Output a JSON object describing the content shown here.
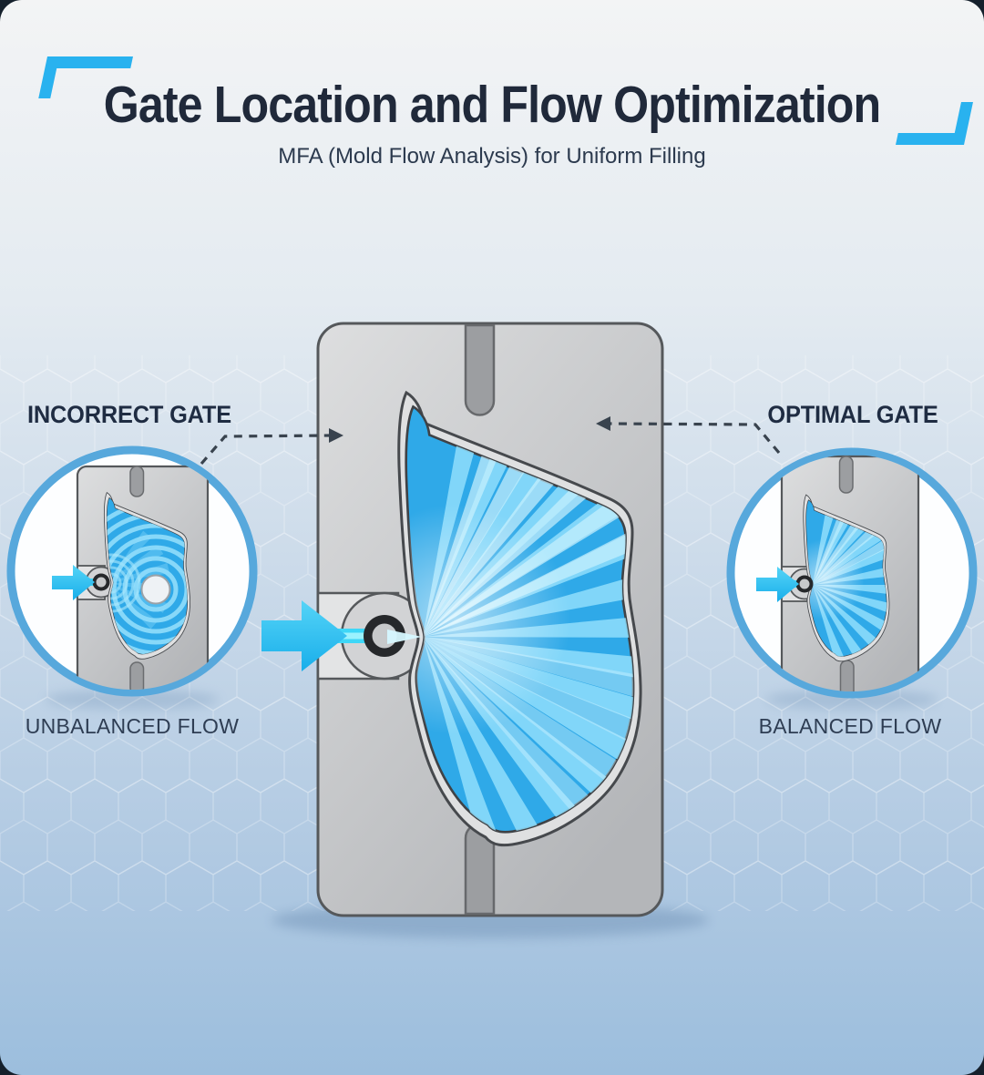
{
  "header": {
    "title": "Gate Location and Flow Optimization",
    "subtitle": "MFA (Mold Flow Analysis) for Uniform Filling"
  },
  "panels": {
    "incorrect": {
      "gate_label": "INCORRECT GATE",
      "flow_label": "UNBALANCED FLOW"
    },
    "optimal": {
      "gate_label": "OPTIMAL GATE",
      "flow_label": "BALANCED FLOW"
    }
  },
  "icons": {
    "injection_arrow": "flow-injection-arrow",
    "pointer": "dashed-pointer-arrow"
  },
  "theme": {
    "accent_cyan": "#29b2ef",
    "arrow_cyan_light": "#55d4f7",
    "arrow_cyan_dark": "#18aeea",
    "stream_cyan": "#3ed7f7",
    "flow_blue": "#2fa9e8",
    "flow_streak": "#8fdefb",
    "flow_pale": "#c9f1fe",
    "ripple_blue": "#96e1fb",
    "ripple_small": "#aee9fc",
    "navy_text": "#20293a",
    "mold_border": "#55585b",
    "inset_ring_blue": "#57a8dc",
    "dash_gray": "#39434e",
    "background_top": "#f3f4f5",
    "background_bottom": "#9cbedd"
  }
}
